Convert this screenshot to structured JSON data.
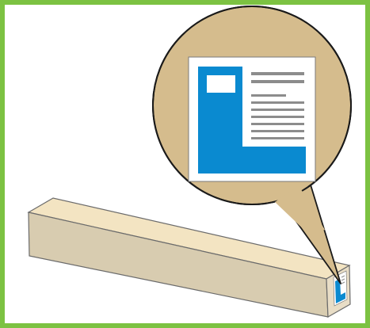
{
  "colors": {
    "frame_border": "#7cc242",
    "box_face": "#d8ccb0",
    "box_top": "#f3e4c2",
    "box_edge": "#6b6b6b",
    "callout_fill": "#d5bc8d",
    "label_blue": "#0a8ad0",
    "label_gray": "#8c8c8c",
    "label_paper": "#ffffff"
  },
  "illustration": {
    "subject": "box-with-label-callout",
    "icons": [
      "shipping-box",
      "magnifier-callout",
      "box-label-icon"
    ]
  }
}
